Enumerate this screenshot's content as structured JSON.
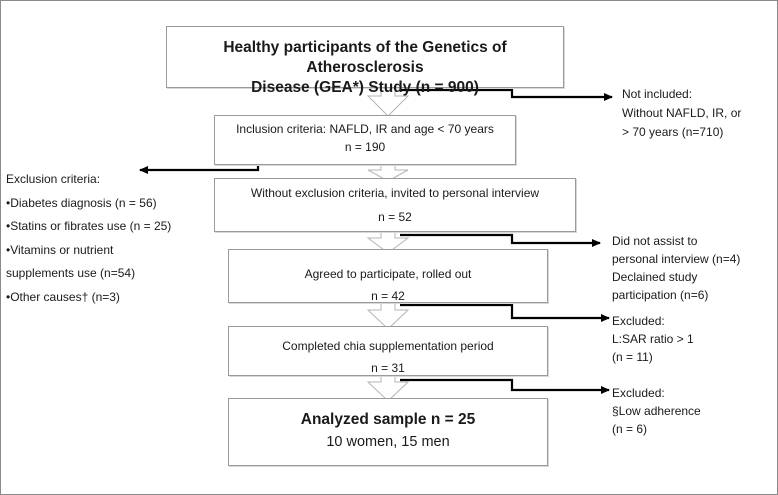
{
  "boxes": [
    {
      "id": "b1",
      "lines": [
        "Healthy participants of the Genetics of Atherosclerosis",
        "Disease (GEA*) Study (n = 900)"
      ]
    },
    {
      "id": "b2",
      "lines": [
        "Inclusion criteria: NAFLD, IR and age < 70 years",
        "n = 190"
      ]
    },
    {
      "id": "b3",
      "lines": [
        "Without exclusion criteria, invited to personal interview",
        "n = 52"
      ]
    },
    {
      "id": "b4",
      "lines": [
        "Agreed to participate, rolled out",
        "n = 42"
      ]
    },
    {
      "id": "b5",
      "lines": [
        "Completed chia supplementation period",
        "n = 31"
      ]
    },
    {
      "id": "b6",
      "lines": [
        "Analyzed sample n = 25",
        "10 women, 15 men"
      ]
    }
  ],
  "exclusion": {
    "lines": [
      "Exclusion criteria:",
      "•Diabetes diagnosis (n = 56)",
      "•Statins or fibrates use (n = 25)",
      "•Vitamins or nutrient",
      "supplements use (n=54)",
      "•Other causes† (n=3)"
    ]
  },
  "notes": [
    {
      "id": "n1",
      "lines": [
        "Not included:",
        "Without NAFLD, IR, or",
        "> 70 years (n=710)"
      ]
    },
    {
      "id": "n2",
      "lines": [
        "Did not assist to",
        "personal interview (n=4)",
        "Declained study",
        "participation (n=6)"
      ]
    },
    {
      "id": "n3",
      "lines": [
        "Excluded:",
        "L:SAR ratio > 1",
        "(n = 11)"
      ]
    },
    {
      "id": "n4",
      "lines": [
        "Excluded:",
        "§Low adherence",
        "(n = 6)"
      ]
    }
  ]
}
